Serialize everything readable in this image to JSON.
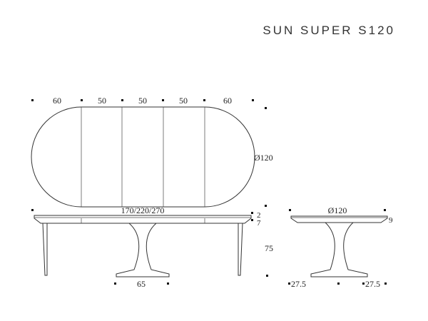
{
  "title": "SUN SUPER S120",
  "top_view": {
    "segments": [
      "60",
      "50",
      "50",
      "50",
      "60"
    ],
    "diameter": "Ø120"
  },
  "side_view": {
    "length": "170/220/270",
    "thickness_top": "2",
    "thickness_bottom": "7",
    "height": "75",
    "base": "65"
  },
  "end_view": {
    "diameter": "Ø120",
    "thickness": "9",
    "base_left": "27.5",
    "base_right": "27.5"
  },
  "colors": {
    "line": "#333333",
    "text": "#222222"
  }
}
